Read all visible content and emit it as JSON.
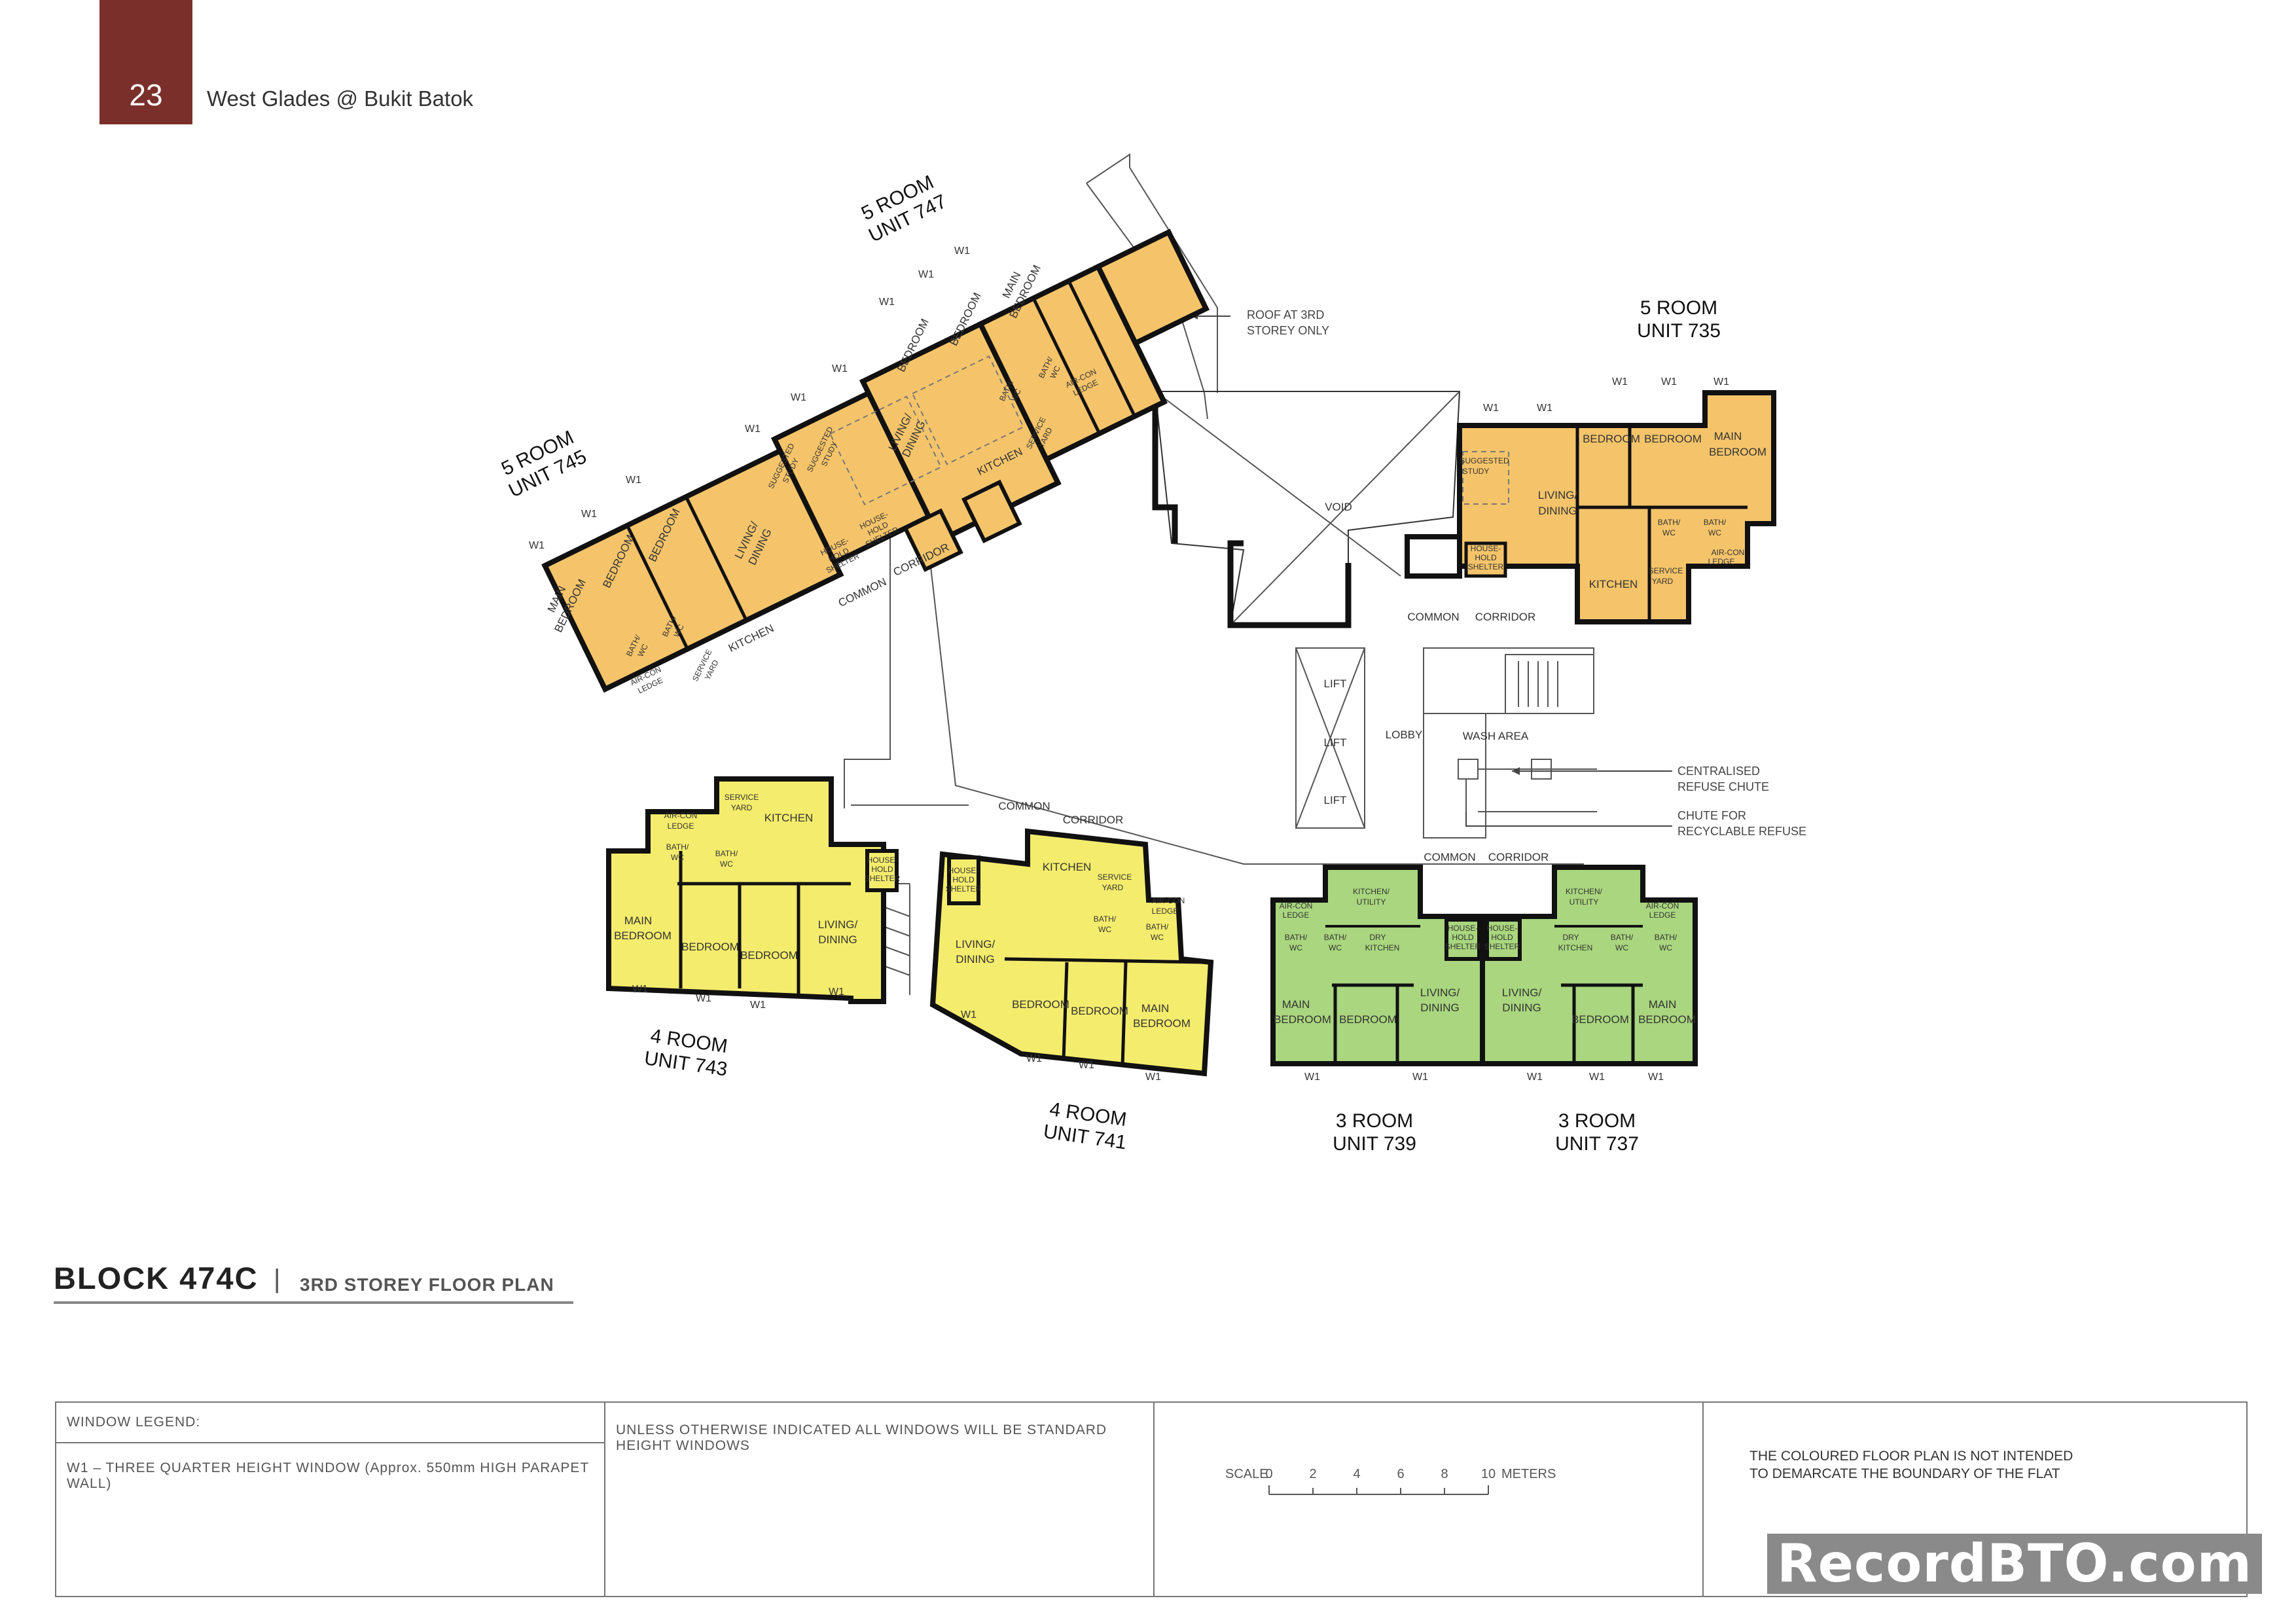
{
  "header": {
    "page_number": "23",
    "title": "West Glades @ Bukit Batok"
  },
  "plan": {
    "units": [
      {
        "type": "5 ROOM",
        "unit": "UNIT 747",
        "color": "#f5c46a"
      },
      {
        "type": "5 ROOM",
        "unit": "UNIT 745",
        "color": "#f5c46a"
      },
      {
        "type": "5 ROOM",
        "unit": "UNIT 735",
        "color": "#f5c46a"
      },
      {
        "type": "4 ROOM",
        "unit": "UNIT 743",
        "color": "#f4ec6c"
      },
      {
        "type": "4 ROOM",
        "unit": "UNIT 741",
        "color": "#f4ec6c"
      },
      {
        "type": "3 ROOM",
        "unit": "UNIT 739",
        "color": "#a9d67e"
      },
      {
        "type": "3 ROOM",
        "unit": "UNIT 737",
        "color": "#a9d67e"
      }
    ],
    "rooms": {
      "main_bedroom": [
        "MAIN",
        "BEDROOM"
      ],
      "bedroom": "BEDROOM",
      "living_dining": [
        "LIVING/",
        "DINING"
      ],
      "kitchen": "KITCHEN",
      "bath_wc": [
        "BATH/",
        "WC"
      ],
      "service_yard": [
        "SERVICE",
        "YARD"
      ],
      "aircon_ledge": [
        "AIR-CON",
        "LEDGE"
      ],
      "household_shelter": [
        "HOUSE-",
        "HOLD",
        "SHELTER"
      ],
      "suggested_study": [
        "SUGGESTED",
        "STUDY"
      ],
      "kitchen_utility": [
        "KITCHEN/",
        "UTILITY"
      ],
      "dry_kitchen": [
        "DRY",
        "KITCHEN"
      ],
      "window": "W1"
    },
    "common": {
      "corridor": [
        "COMMON",
        "CORRIDOR"
      ],
      "void": "VOID",
      "lobby": "LOBBY",
      "lift": "LIFT",
      "wash_area": "WASH AREA",
      "roof": [
        "ROOF AT 3RD",
        "STOREY ONLY"
      ],
      "refuse_chute": [
        "CENTRALISED",
        "REFUSE CHUTE"
      ],
      "recycle_chute": [
        "CHUTE FOR",
        "RECYCLABLE REFUSE"
      ]
    }
  },
  "block": {
    "name": "BLOCK 474C",
    "separator": "|",
    "subtitle": "3RD STOREY FLOOR PLAN"
  },
  "legend": {
    "window_title": "WINDOW LEGEND:",
    "w1_desc": "W1 – THREE QUARTER HEIGHT WINDOW (Approx. 550mm HIGH PARAPET WALL)",
    "standard_note": "UNLESS OTHERWISE INDICATED ALL WINDOWS WILL BE STANDARD HEIGHT WINDOWS",
    "scale_label": "SCALE",
    "scale_ticks": [
      "0",
      "2",
      "4",
      "6",
      "8",
      "10"
    ],
    "scale_unit": "METERS",
    "disclaimer_1": "THE COLOURED FLOOR PLAN IS NOT INTENDED",
    "disclaimer_2": "TO DEMARCATE THE BOUNDARY OF THE FLAT"
  },
  "watermark": "RecordBTO.com"
}
